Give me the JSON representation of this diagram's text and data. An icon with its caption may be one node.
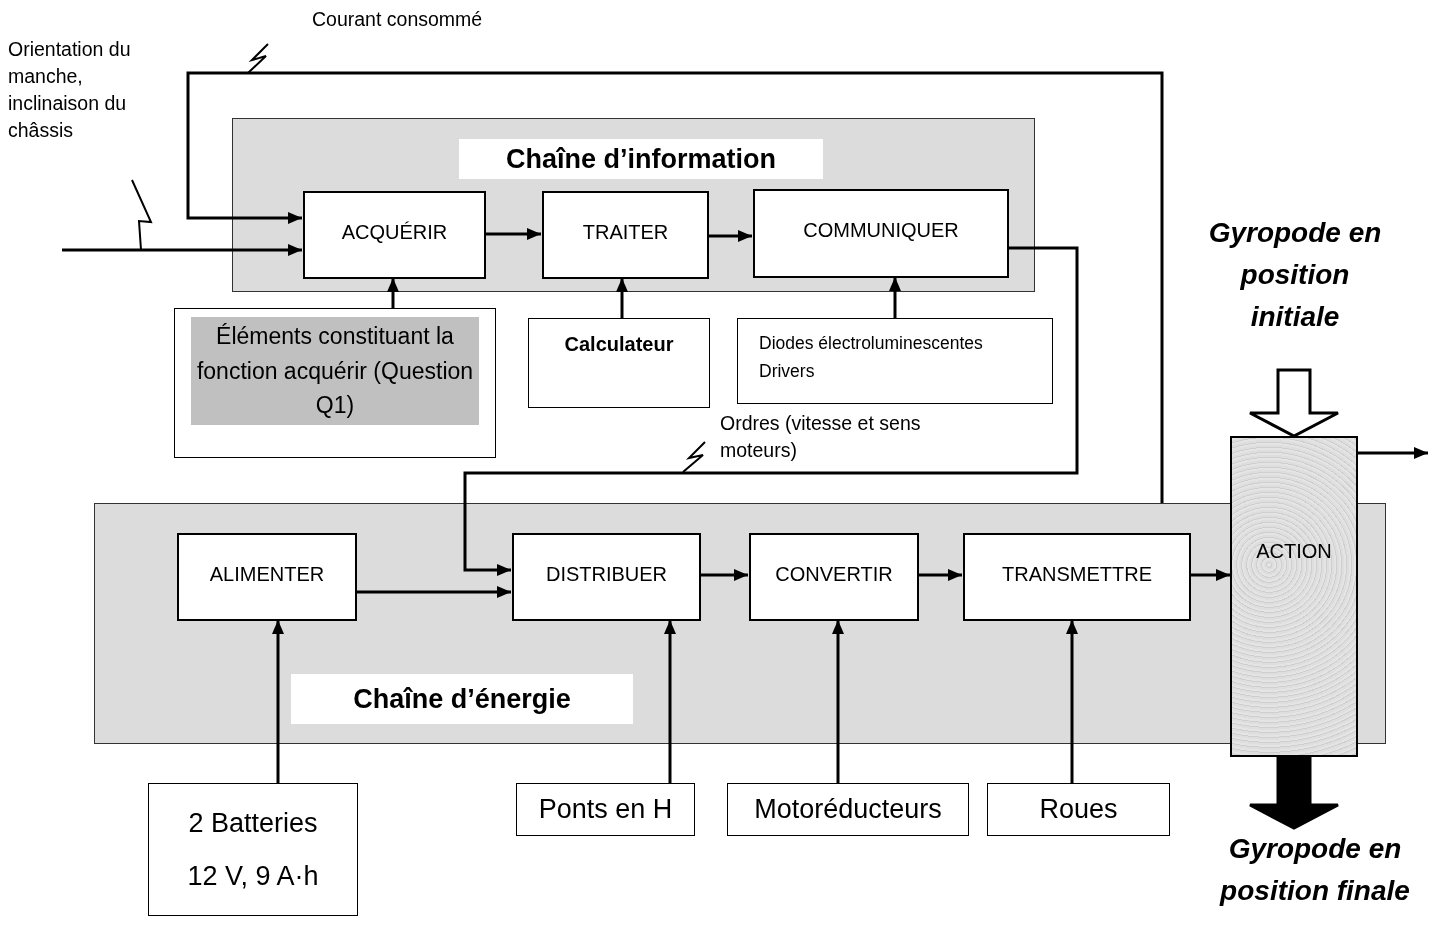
{
  "diagram": {
    "nodes": [
      {
        "text": [
          "Chaîne d’information"
        ]
      },
      {
        "text": [
          "ACQUÉRIR"
        ],
        "in": 0
      },
      {
        "text": [
          "TRAITER"
        ],
        "in": 0
      },
      {
        "text": [
          "COMMUNIQUER"
        ],
        "in": 0
      },
      {
        "text": [
          "Éléments constituant la fonction acquérir (Question Q1)"
        ]
      },
      {
        "text": [
          "Calculateur"
        ]
      },
      {
        "text": [
          "Diodes électroluminescentes",
          "Drivers"
        ]
      },
      {
        "text": [
          "Chaîne d’énergie"
        ]
      },
      {
        "text": [
          "ALIMENTER"
        ],
        "in": 7
      },
      {
        "text": [
          "DISTRIBUER"
        ],
        "in": 7
      },
      {
        "text": [
          "CONVERTIR"
        ],
        "in": 7
      },
      {
        "text": [
          "TRANSMETTRE"
        ],
        "in": 7
      },
      {
        "text": [
          "ACTION"
        ]
      },
      {
        "text": [
          "2 Batteries",
          "12 V, 9 A·h"
        ]
      },
      {
        "text": [
          "Ponts en H"
        ]
      },
      {
        "text": [
          "Motoréducteurs"
        ]
      },
      {
        "text": [
          "Roues"
        ]
      },
      {
        "text": [
          "Gyropode en position initiale"
        ]
      },
      {
        "text": [
          "Gyropode en position finale"
        ]
      }
    ],
    "edges": [
      {
        "from": null,
        "to": 1,
        "arrow": "to"
      },
      {
        "from": 7,
        "to": 1,
        "arrow": "to",
        "label": "Courant consommé"
      },
      {
        "from": 1,
        "to": 2,
        "arrow": "to"
      },
      {
        "from": 2,
        "to": 3,
        "arrow": "to"
      },
      {
        "from": 4,
        "to": 1,
        "arrow": "to"
      },
      {
        "from": 5,
        "to": 2,
        "arrow": "to"
      },
      {
        "from": 6,
        "to": 3,
        "arrow": "to"
      },
      {
        "from": 3,
        "to": 9,
        "arrow": "to",
        "label": "Ordres (vitesse et sens moteurs)"
      },
      {
        "from": 8,
        "to": 9,
        "arrow": "to"
      },
      {
        "from": 9,
        "to": 10,
        "arrow": "to"
      },
      {
        "from": 10,
        "to": 11,
        "arrow": "to"
      },
      {
        "from": 11,
        "to": 12,
        "arrow": "to"
      },
      {
        "from": 13,
        "to": 8,
        "arrow": "to"
      },
      {
        "from": 14,
        "to": 9,
        "arrow": "to"
      },
      {
        "from": 15,
        "to": 10,
        "arrow": "to"
      },
      {
        "from": 16,
        "to": 11,
        "arrow": "to"
      },
      {
        "from": 17,
        "to": 12,
        "arrow": "to",
        "style": "thick"
      },
      {
        "from": 12,
        "to": 18,
        "arrow": "to",
        "style": "thick"
      },
      {
        "from": 12,
        "to": null,
        "arrow": "to"
      }
    ],
    "labels": [
      "Orientation du manche, inclinaison du châssis"
    ]
  }
}
